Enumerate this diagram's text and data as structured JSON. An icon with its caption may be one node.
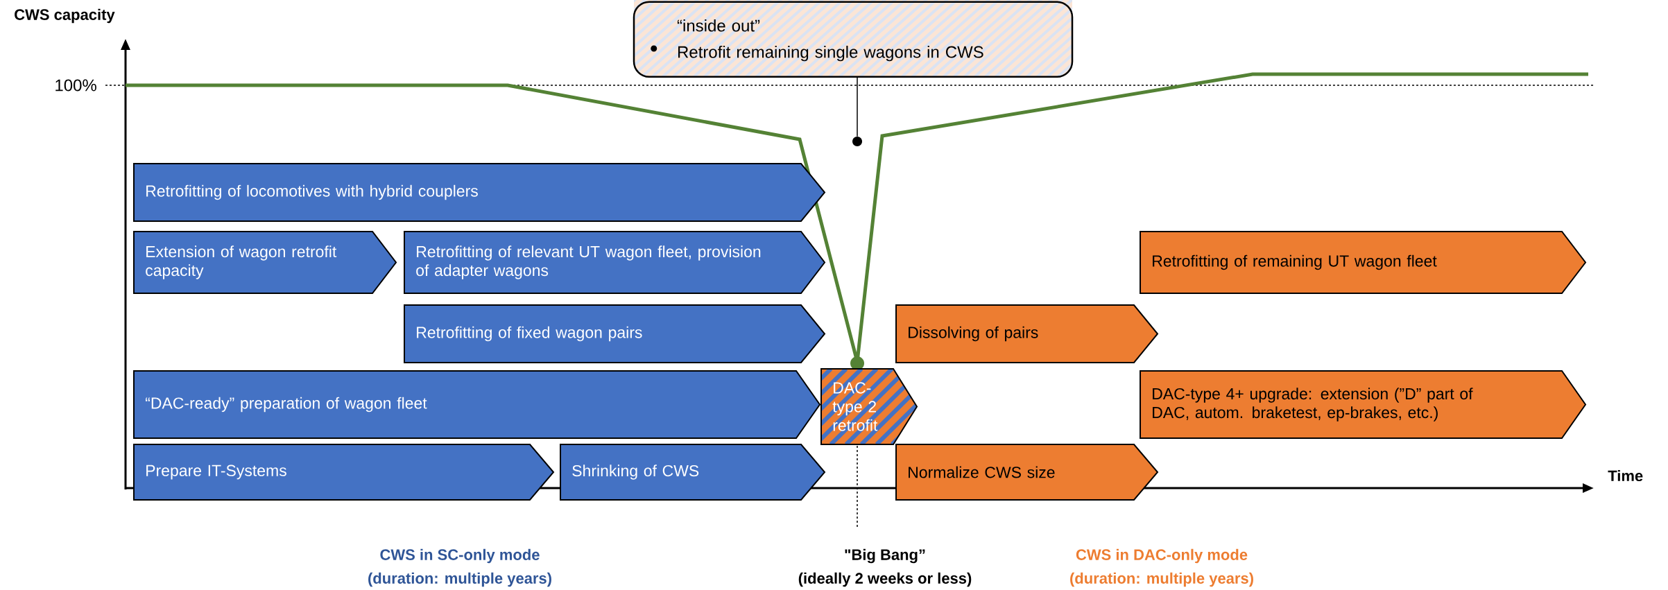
{
  "diagram": {
    "nodes": [
      {
        "text": [
          "“inside out”",
          "Retrofit remaining single wagons in CWS"
        ]
      },
      {
        "text": [
          "Retrofitting of locomotives with hybrid couplers"
        ]
      },
      {
        "text": [
          "Extension of wagon retrofit capacity"
        ]
      },
      {
        "text": [
          "Retrofitting of relevant UT wagon fleet, provision of adapter wagons"
        ]
      },
      {
        "text": [
          "Retrofitting of remaining UT wagon fleet"
        ]
      },
      {
        "text": [
          "Retrofitting of fixed wagon pairs"
        ]
      },
      {
        "text": [
          "Dissolving of pairs"
        ]
      },
      {
        "text": [
          "“DAC-ready” preparation of wagon fleet"
        ]
      },
      {
        "text": [
          "DAC-type 2 retrofit"
        ]
      },
      {
        "text": [
          "DAC-type 4+ upgrade: extension (”D” part of DAC, autom. braketest, ep-brakes, etc.)"
        ]
      },
      {
        "text": [
          "Prepare IT-Systems"
        ]
      },
      {
        "text": [
          "Shrinking of CWS"
        ]
      },
      {
        "text": [
          "Normalize CWS size"
        ]
      },
      {
        "text": [],
        "shape": "circle"
      }
    ],
    "edges": [
      {
        "from": 0,
        "to": 13,
        "arrow": "none"
      }
    ],
    "labels": [
      "CWS capacity",
      "100%",
      "Time",
      "CWS in SC-only mode",
      "(duration: multiple years)",
      "\"Big Bang”",
      "(ideally 2 weeks or less)",
      "CWS in DAC-only mode",
      "(duration: multiple years)"
    ]
  }
}
